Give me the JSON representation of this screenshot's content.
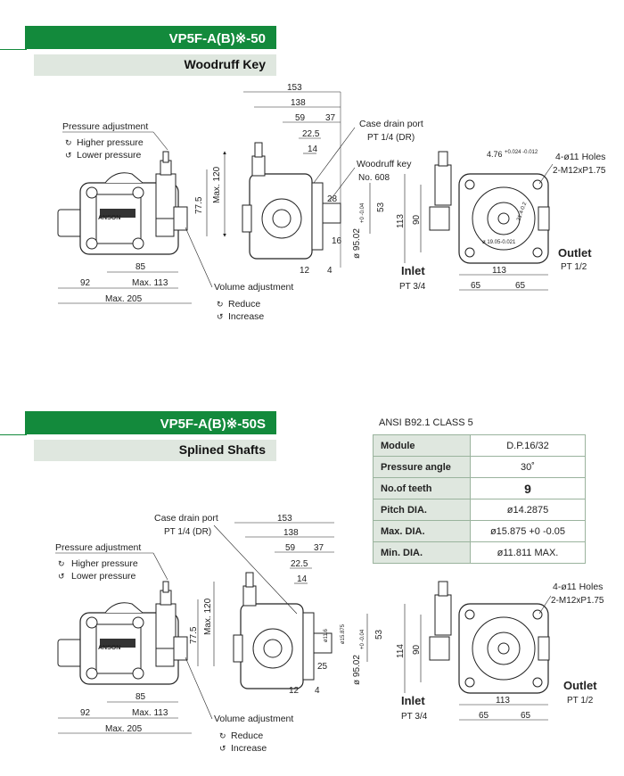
{
  "section1": {
    "model": "VP5F-A(B)※-50",
    "subtitle": "Woodruff Key",
    "labels": {
      "pressure_adjustment": "Pressure adjustment",
      "higher_pressure": "Higher pressure",
      "lower_pressure": "Lower pressure",
      "volume_adjustment": "Volume adjustment",
      "reduce": "Reduce",
      "increase": "Increase",
      "case_drain_port": "Case drain port",
      "case_drain_size": "PT 1/4 (DR)",
      "woodruff_key": "Woodruff key",
      "woodruff_no": "No. 608",
      "holes": "4-ø11 Holes",
      "thread": "2-M12xP1.75",
      "outlet": "Outlet",
      "outlet_size": "PT 1/2",
      "inlet": "Inlet",
      "inlet_size": "PT 3/4"
    },
    "dims": {
      "max120": "Max. 120",
      "d77": "77.5",
      "d85": "85",
      "d92": "92",
      "max113": "Max. 113",
      "max205": "Max. 205",
      "d153": "153",
      "d138": "138",
      "d59": "59",
      "d37": "37",
      "d22": "22.5",
      "d14": "14",
      "d28": "28",
      "d53": "53",
      "d16": "16",
      "d12": "12",
      "d4": "4",
      "d95": "ø 95.02",
      "d95tol": "+0 -0.04",
      "d476": "4.76",
      "d476tol": "+0.024 -0.012",
      "d214": "21.4-0.2",
      "d1905": "ø 19.05-0.021",
      "d113v": "113",
      "d90": "90",
      "d113h": "113",
      "d65a": "65",
      "d65b": "65"
    }
  },
  "section2": {
    "model": "VP5F-A(B)※-50S",
    "subtitle": "Splined Shafts",
    "labels": {
      "pressure_adjustment": "Pressure adjustment",
      "higher_pressure": "Higher pressure",
      "lower_pressure": "Lower pressure",
      "volume_adjustment": "Volume adjustment",
      "reduce": "Reduce",
      "increase": "Increase",
      "case_drain_port": "Case drain port",
      "case_drain_size": "PT 1/4 (DR)",
      "holes": "4-ø11 Holes",
      "thread": "2-M12xP1.75",
      "outlet": "Outlet",
      "outlet_size": "PT 1/2",
      "inlet": "Inlet",
      "inlet_size": "PT 3/4"
    },
    "dims": {
      "max120": "Max. 120",
      "d77": "77.5",
      "d85": "85",
      "d92": "92",
      "max113": "Max. 113",
      "max205": "Max. 205",
      "d153": "153",
      "d138": "138",
      "d59": "59",
      "d37": "37",
      "d22": "22.5",
      "d14": "14",
      "d53": "53",
      "d25": "25",
      "d12": "12",
      "d4": "4",
      "d95": "ø 95.02",
      "d95tol": "+0 -0.04",
      "d116": "ø11.6",
      "d15875": "ø15.875",
      "d114": "114",
      "d90": "90",
      "d113h": "113",
      "d65a": "65",
      "d65b": "65"
    },
    "spec_title": "ANSI B92.1 CLASS 5",
    "spec_rows": [
      {
        "key": "Module",
        "value": "D.P.16/32"
      },
      {
        "key": "Pressure angle",
        "value": "30˚"
      },
      {
        "key": "No.of teeth",
        "value": "9"
      },
      {
        "key": "Pitch DIA.",
        "value": "ø14.2875"
      },
      {
        "key": "Max. DIA.",
        "value": "ø15.875 +0 -0.05"
      },
      {
        "key": "Min. DIA.",
        "value": "ø11.811 MAX."
      }
    ]
  },
  "colors": {
    "accent": "#138a3c",
    "light": "#dfe7df"
  }
}
